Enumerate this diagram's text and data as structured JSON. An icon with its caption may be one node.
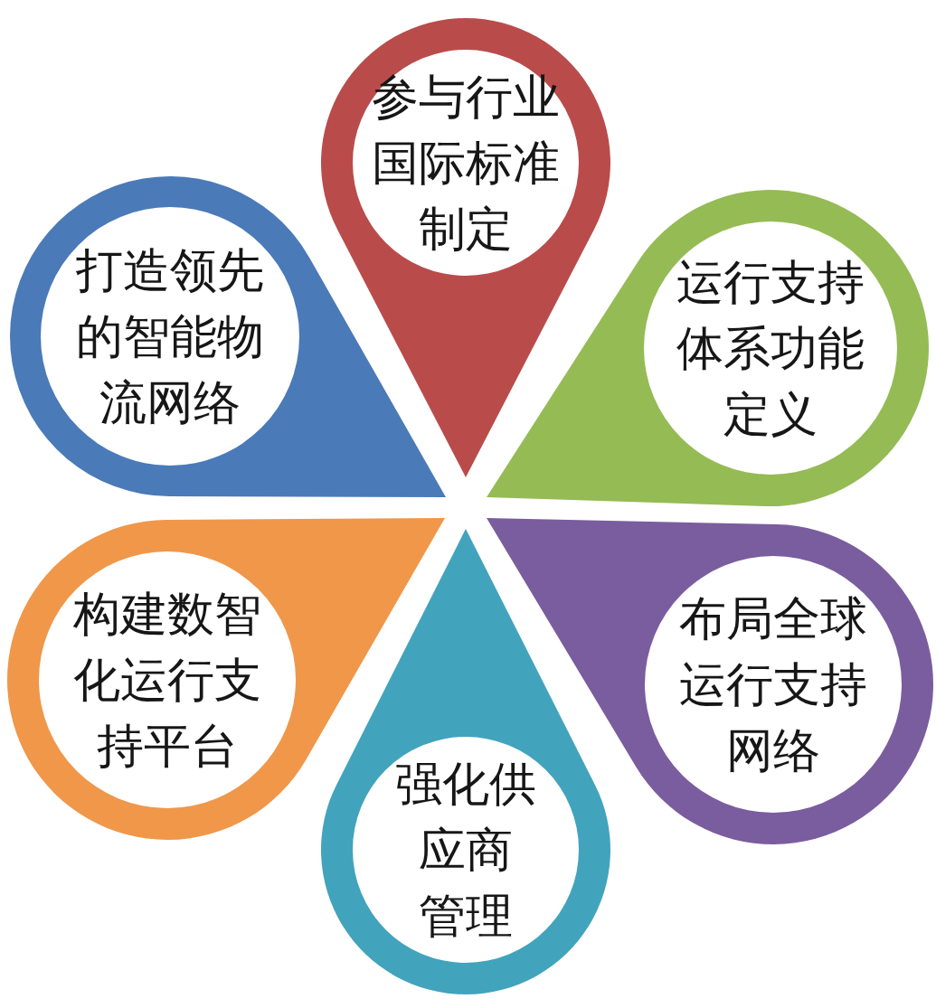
{
  "diagram": {
    "nodes": [
      {
        "text": [
          "参与行业国际标准制定"
        ]
      },
      {
        "text": [
          "打造领先的智能物流网络"
        ]
      },
      {
        "text": [
          "运行支持体系功能定义"
        ]
      },
      {
        "text": [
          "构建数智化运行支持平台"
        ]
      },
      {
        "text": [
          "布局全球运行支持网络"
        ]
      },
      {
        "text": [
          "强化供应商管理"
        ]
      }
    ]
  }
}
